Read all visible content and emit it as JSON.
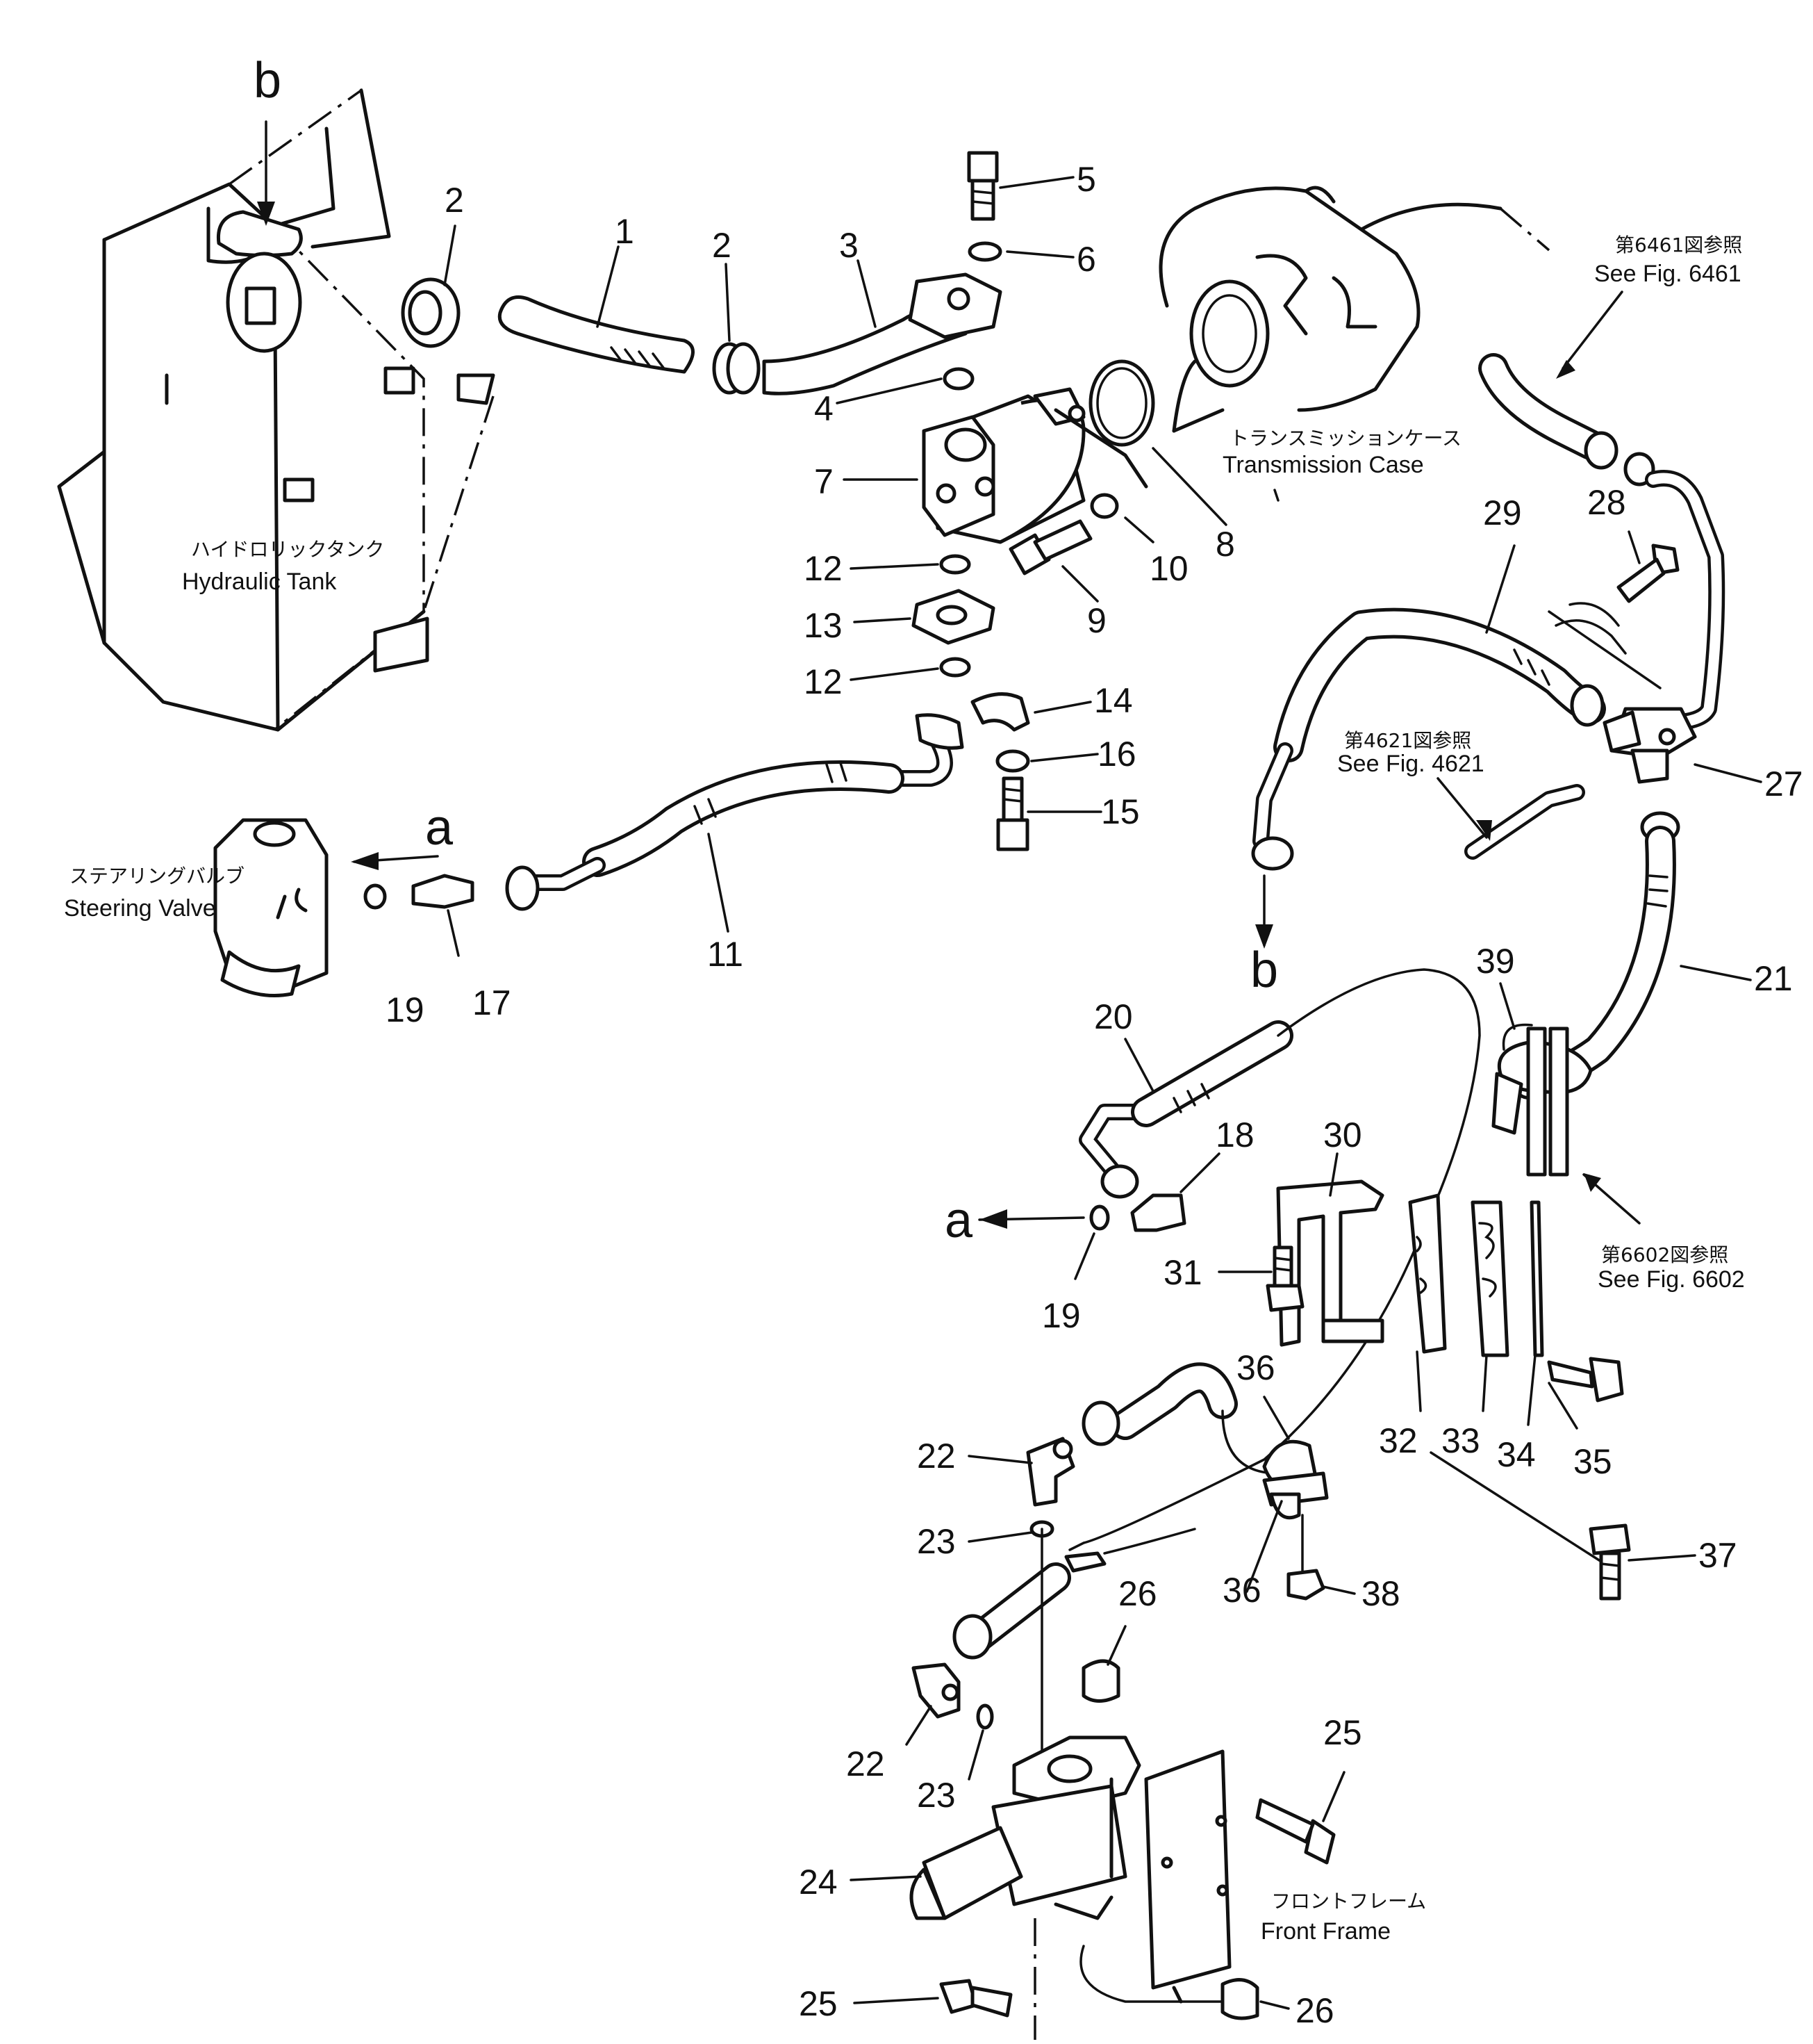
{
  "diagram": {
    "parts": [
      "1",
      "2",
      "3",
      "4",
      "5",
      "6",
      "7",
      "8",
      "9",
      "10",
      "11",
      "12",
      "13",
      "14",
      "15",
      "16",
      "17",
      "18",
      "19",
      "20",
      "21",
      "22",
      "23",
      "24",
      "25",
      "26",
      "27",
      "28",
      "29",
      "30",
      "31",
      "32",
      "33",
      "34",
      "35",
      "36",
      "37",
      "38",
      "39"
    ],
    "connections": {
      "a": "a",
      "b": "b"
    },
    "components": {
      "hydraulic_tank": {
        "jp": "ハイドロリックタンク",
        "en": "Hydraulic Tank"
      },
      "transmission_case": {
        "jp": "トランスミッションケース",
        "en": "Transmission Case"
      },
      "steering_valve": {
        "jp": "ステアリングバルブ",
        "en": "Steering Valve"
      },
      "front_frame": {
        "jp": "フロントフレーム",
        "en": "Front Frame"
      }
    },
    "references": {
      "fig_6461": {
        "jp": "第6461図参照",
        "en": "See Fig. 6461"
      },
      "fig_4621": {
        "jp": "第4621図参照",
        "en": "See Fig. 4621"
      },
      "fig_6602": {
        "jp": "第6602図参照",
        "en": "See Fig. 6602"
      }
    }
  }
}
